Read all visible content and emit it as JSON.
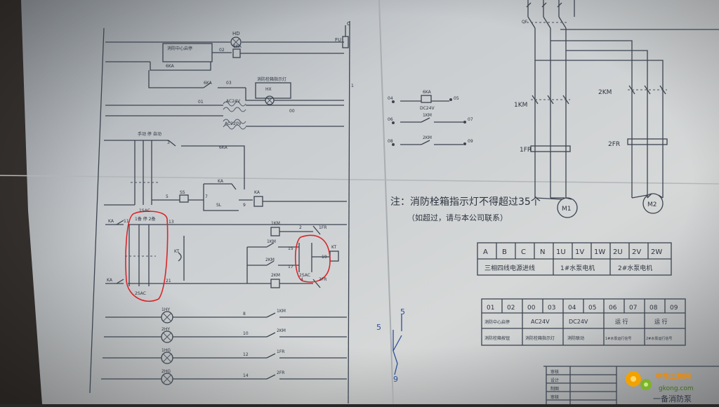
{
  "note": {
    "line1": "注：消防栓箱指示灯不得超过35个",
    "line2": "（如超过，请与本公司联系）"
  },
  "top_labels": {
    "hd": "HD",
    "hd_desc": "消防中心启停",
    "fu": "FU",
    "c": "C",
    "num_02": "02",
    "ka6": "6KA",
    "ka6b": "6KA",
    "num_03": "03",
    "hx": "HX",
    "hx_desc": "消防栓箱指示灯",
    "num_01": "01",
    "ac24": "AC24V",
    "num_00": "00",
    "ac220": "AC220V",
    "num_1": "1"
  },
  "left_section": {
    "switch_labels": "手动 停 自动",
    "num_3": "3",
    "ka6c": "6KA",
    "sac1": "1SAC",
    "num_5": "5",
    "ss": "SS",
    "ka": "KA",
    "sl": "SL",
    "num_9": "9",
    "ka_coil": "KA",
    "num_7": "7"
  },
  "middle_section": {
    "ka_a": "KA",
    "num_11": "11",
    "switch2_labels": "1备 停 2备",
    "num_13": "13",
    "km1": "1KM",
    "num_2": "2",
    "fr1": "1FR",
    "kt": "KT",
    "km1b": "1KM",
    "num_15": "15",
    "kt_r": "KT",
    "km2a": "2KM",
    "num_17": "17",
    "num_19": "19",
    "ka_b": "KA",
    "sac2": "2SAC",
    "num_21": "21",
    "km2": "2KM",
    "num_4": "4",
    "fr2": "2FR",
    "sac2b": "2SAC"
  },
  "lamps": [
    {
      "lamp": "1HY",
      "num": "8",
      "contact": "1KM"
    },
    {
      "lamp": "2HY",
      "num": "10",
      "contact": "2KM"
    },
    {
      "lamp": "1HG",
      "num": "12",
      "contact": "1FR"
    },
    {
      "lamp": "2HG",
      "num": "14",
      "contact": "2FR"
    }
  ],
  "terminals": [
    {
      "num": "04",
      "contact": "6KA",
      "tail": "05",
      "sub": "DC24V"
    },
    {
      "num": "06",
      "contact": "1KM",
      "tail": "07",
      "sub": ""
    },
    {
      "num": "08",
      "contact": "2KM",
      "tail": "09",
      "sub": ""
    }
  ],
  "power": {
    "qf": "QF",
    "km1": "1KM",
    "km2": "2KM",
    "fr1": "1FR",
    "fr2": "2FR",
    "m1": "M1",
    "m2": "M2"
  },
  "table1": {
    "headers": [
      "A",
      "B",
      "C",
      "N",
      "1U",
      "1V",
      "1W",
      "2U",
      "2V",
      "2W"
    ],
    "groups": [
      "三相四线电源进线",
      "1#水泵电机",
      "2#水泵电机"
    ]
  },
  "table2": {
    "headers": [
      "01",
      "02",
      "00",
      "03",
      "04",
      "05",
      "06",
      "07",
      "08",
      "09"
    ],
    "row1": [
      "消防中心启停",
      "AC24V",
      "DC24V",
      "运 行",
      "运 行"
    ],
    "row2": [
      "消防栓箱按钮",
      "消防栓箱指示灯",
      "消防联动",
      "1#水泵运行信号",
      "2#水泵运行信号"
    ]
  },
  "title_block": {
    "r1": "审核",
    "r2": "设计",
    "r3": "制图",
    "r4": "审核",
    "side": "一备消防泵"
  },
  "handwriting": {
    "a": "5",
    "b": "5",
    "c": "9"
  },
  "watermark": {
    "text": "中华工控网",
    "url": "gkong.com"
  }
}
